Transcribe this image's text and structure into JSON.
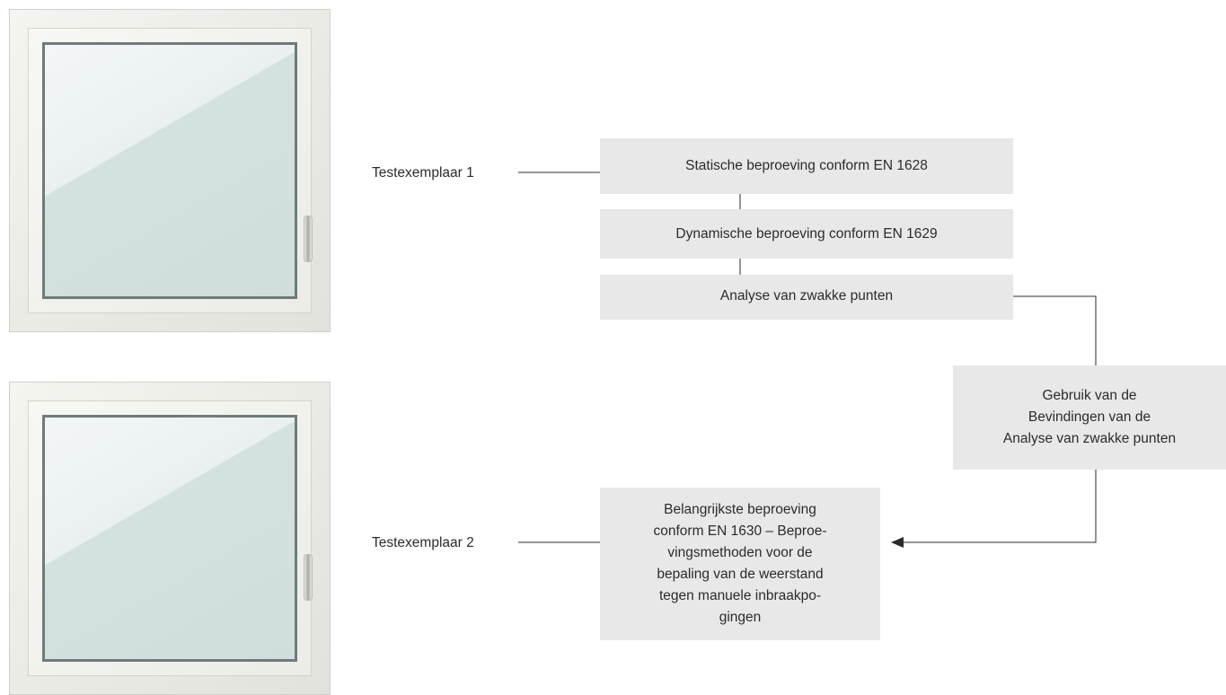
{
  "diagram": {
    "specimen_1_label": "Testexemplaar 1",
    "specimen_2_label": "Testexemplaar 2",
    "step_static": "Statische beproeving conform EN 1628",
    "step_dynamic": "Dynamische beproeving conform EN 1629",
    "step_analysis": "Analyse van zwakke punten",
    "step_findings": "Gebruik van de\nBevindingen van de\nAnalyse van zwakke punten",
    "step_main": "Belangrijkste beproeving\nconform EN 1630 – Beproe-\nvingsmethoden voor de\nbepaling van de weerstand\ntegen manuele inbraakpo-\ngingen"
  },
  "colors": {
    "box_fill": "#e8e8e8",
    "line": "#2b2b2b",
    "glass": "#d4e1e1",
    "frame": "#e9e9e4"
  },
  "icons": {
    "window_1": "window-icon",
    "window_2": "window-icon",
    "arrowhead": "arrow-left-icon"
  }
}
